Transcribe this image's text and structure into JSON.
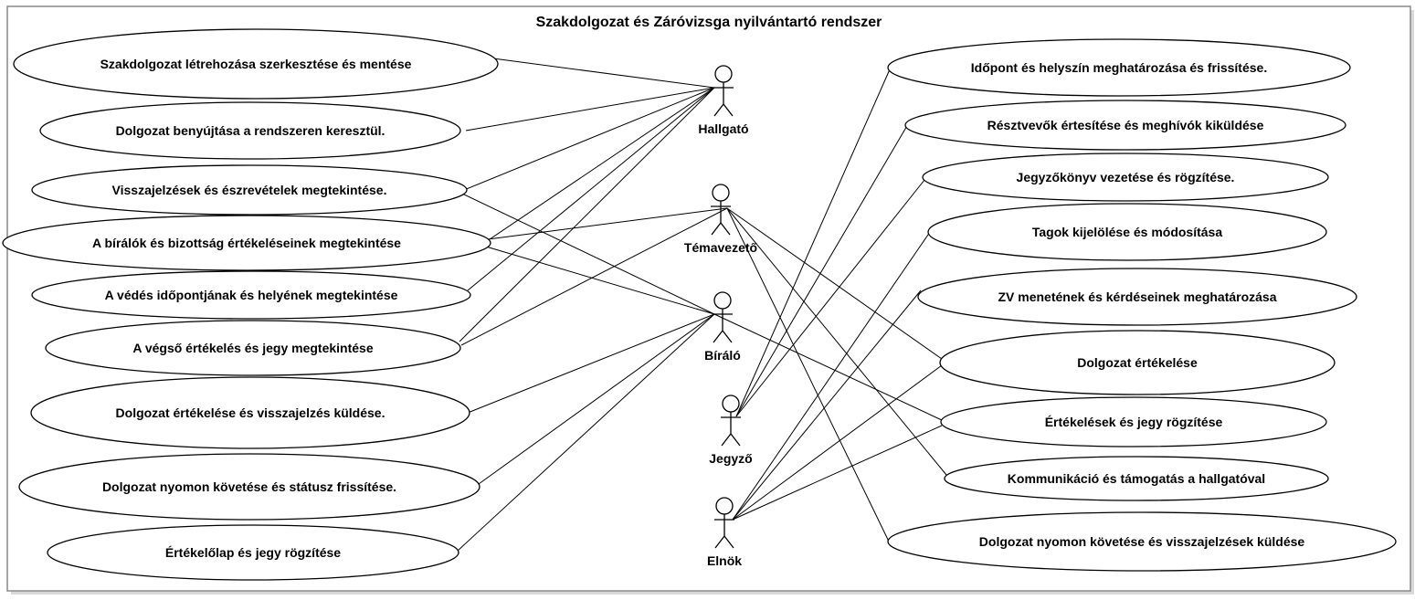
{
  "diagram": {
    "title": "Szakdolgozat és Záróvizsga nyilvántartó rendszer",
    "actors": [
      {
        "id": "hallgato",
        "label": "Hallgató"
      },
      {
        "id": "temavezeto",
        "label": "Témavezető"
      },
      {
        "id": "biralo",
        "label": "Bíráló"
      },
      {
        "id": "jegyzo",
        "label": "Jegyző"
      },
      {
        "id": "elnok",
        "label": "Elnök"
      }
    ],
    "use_cases": [
      {
        "id": "uc1",
        "label": "Szakdolgozat létrehozása szerkesztése és mentése"
      },
      {
        "id": "uc2",
        "label": "Dolgozat benyújtása a rendszeren keresztül."
      },
      {
        "id": "uc3",
        "label": "Visszajelzések és észrevételek megtekintése."
      },
      {
        "id": "uc4",
        "label": "A bírálók és bizottság értékeléseinek megtekintése"
      },
      {
        "id": "uc5",
        "label": "A védés időpontjának és helyének megtekintése"
      },
      {
        "id": "uc6",
        "label": "A végső értékelés és jegy megtekintése"
      },
      {
        "id": "uc7",
        "label": "Dolgozat értékelése és visszajelzés küldése."
      },
      {
        "id": "uc8",
        "label": "Dolgozat nyomon követése és státusz frissítése."
      },
      {
        "id": "uc9",
        "label": "Értékelőlap és jegy rögzítése"
      },
      {
        "id": "uc10",
        "label": "Időpont és helyszín meghatározása és frissítése."
      },
      {
        "id": "uc11",
        "label": "Résztvevők értesítése és meghívók kiküldése"
      },
      {
        "id": "uc12",
        "label": "Jegyzőkönyv vezetése és rögzítése."
      },
      {
        "id": "uc13",
        "label": "Tagok kijelölése és módosítása"
      },
      {
        "id": "uc14",
        "label": "ZV menetének és kérdéseinek meghatározása"
      },
      {
        "id": "uc15",
        "label": "Dolgozat értékelése"
      },
      {
        "id": "uc16",
        "label": "Értékelések és jegy rögzítése"
      },
      {
        "id": "uc17",
        "label": "Kommunikáció és támogatás a hallgatóval"
      },
      {
        "id": "uc18",
        "label": "Dolgozat nyomon követése és visszajelzések küldése"
      }
    ],
    "associations": [
      [
        "hallgato",
        "uc1"
      ],
      [
        "hallgato",
        "uc2"
      ],
      [
        "hallgato",
        "uc3"
      ],
      [
        "hallgato",
        "uc4"
      ],
      [
        "hallgato",
        "uc5"
      ],
      [
        "hallgato",
        "uc6"
      ],
      [
        "temavezeto",
        "uc4"
      ],
      [
        "temavezeto",
        "uc6"
      ],
      [
        "temavezeto",
        "uc15"
      ],
      [
        "temavezeto",
        "uc17"
      ],
      [
        "temavezeto",
        "uc18"
      ],
      [
        "biralo",
        "uc3"
      ],
      [
        "biralo",
        "uc4"
      ],
      [
        "biralo",
        "uc7"
      ],
      [
        "biralo",
        "uc8"
      ],
      [
        "biralo",
        "uc9"
      ],
      [
        "biralo",
        "uc16"
      ],
      [
        "jegyzo",
        "uc10"
      ],
      [
        "jegyzo",
        "uc11"
      ],
      [
        "jegyzo",
        "uc12"
      ],
      [
        "elnok",
        "uc13"
      ],
      [
        "elnok",
        "uc14"
      ],
      [
        "elnok",
        "uc15"
      ],
      [
        "elnok",
        "uc16"
      ]
    ]
  }
}
